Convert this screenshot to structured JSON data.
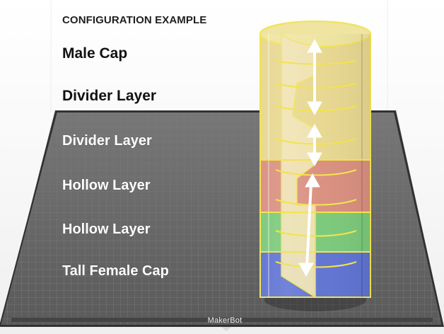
{
  "title": "CONFIGURATION EXAMPLE",
  "layers": [
    "Male Cap",
    "Divider Layer",
    "Divider Layer",
    "Hollow Layer",
    "Hollow Layer",
    "Tall Female Cap"
  ],
  "brand": "MakerBot",
  "colors": {
    "build_plate": "#5f5f5f",
    "grid": "#7a7a7a",
    "plate_edge": "#2a2a2a",
    "male_cap": "#d8c97a",
    "divider": "#d9b57e",
    "hollow_red": "#d98f7f",
    "hollow_green": "#7bc97a",
    "female_cap": "#5f73d2",
    "outline": "#f2e34f",
    "arrow": "#ffffff"
  }
}
